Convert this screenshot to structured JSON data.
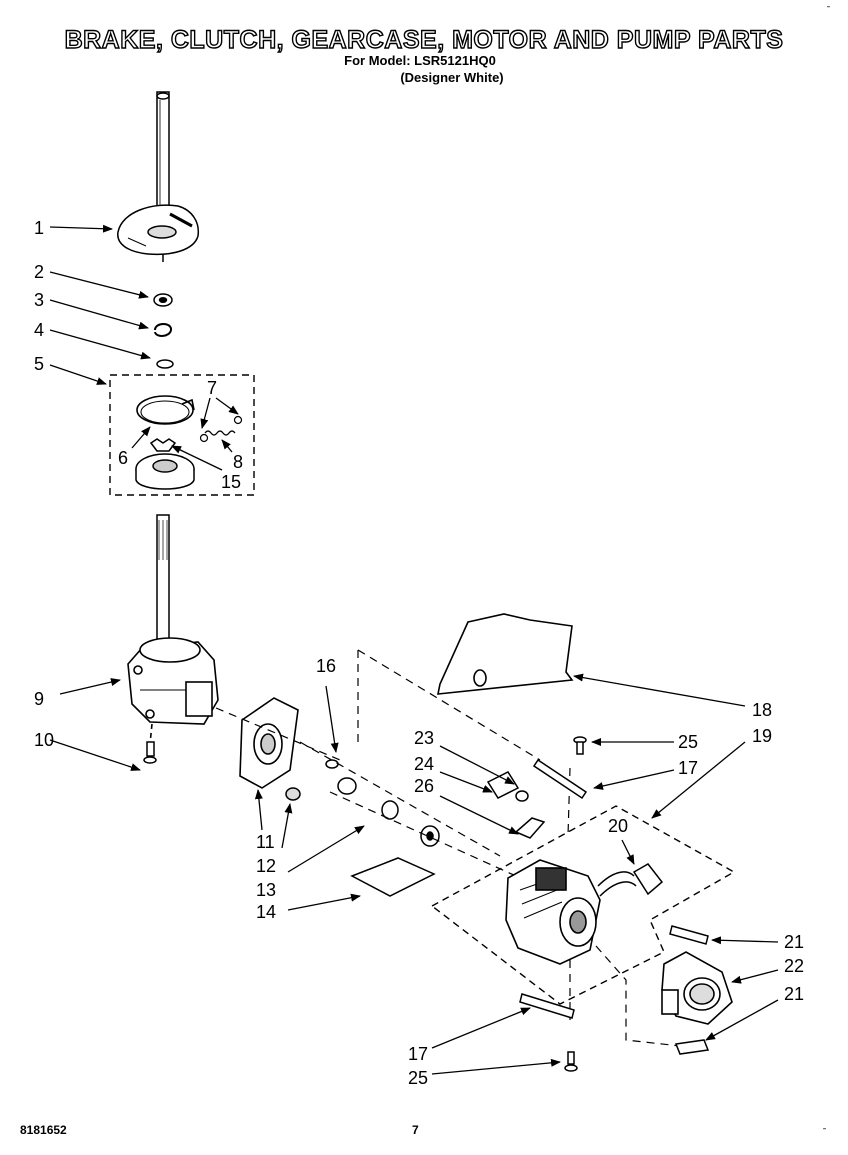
{
  "header": {
    "title": "BRAKE, CLUTCH, GEARCASE, MOTOR AND PUMP PARTS",
    "model_line": "For Model: LSR5121HQ0",
    "color_line": "(Designer White)"
  },
  "footer": {
    "doc_number": "8181652",
    "page_number": "7"
  },
  "callouts": [
    {
      "id": "c1",
      "label": "1"
    },
    {
      "id": "c2",
      "label": "2"
    },
    {
      "id": "c3",
      "label": "3"
    },
    {
      "id": "c4",
      "label": "4"
    },
    {
      "id": "c5",
      "label": "5"
    },
    {
      "id": "c6",
      "label": "6"
    },
    {
      "id": "c7",
      "label": "7"
    },
    {
      "id": "c8",
      "label": "8"
    },
    {
      "id": "c15",
      "label": "15"
    },
    {
      "id": "c9",
      "label": "9"
    },
    {
      "id": "c10",
      "label": "10"
    },
    {
      "id": "c11",
      "label": "11"
    },
    {
      "id": "c12",
      "label": "12"
    },
    {
      "id": "c13",
      "label": "13"
    },
    {
      "id": "c14",
      "label": "14"
    },
    {
      "id": "c16",
      "label": "16"
    },
    {
      "id": "c18",
      "label": "18"
    },
    {
      "id": "c19",
      "label": "19"
    },
    {
      "id": "c23",
      "label": "23"
    },
    {
      "id": "c24",
      "label": "24"
    },
    {
      "id": "c26",
      "label": "26"
    },
    {
      "id": "c25a",
      "label": "25"
    },
    {
      "id": "c17a",
      "label": "17"
    },
    {
      "id": "c20",
      "label": "20"
    },
    {
      "id": "c21a",
      "label": "21"
    },
    {
      "id": "c22",
      "label": "22"
    },
    {
      "id": "c21b",
      "label": "21"
    },
    {
      "id": "c17b",
      "label": "17"
    },
    {
      "id": "c25b",
      "label": "25"
    }
  ]
}
